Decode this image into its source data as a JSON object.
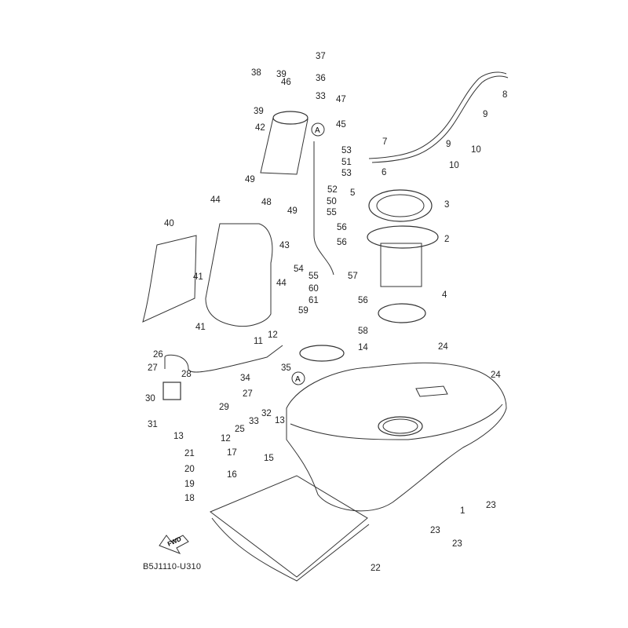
{
  "diagram": {
    "title": "Fuel Tank Parts Diagram",
    "code": "B5J1110-U310",
    "fwd_label": "FWD",
    "reference_marker": "A"
  },
  "callouts": [
    {
      "id": "c1",
      "num": "1"
    },
    {
      "id": "c2",
      "num": "2"
    },
    {
      "id": "c3",
      "num": "3"
    },
    {
      "id": "c4",
      "num": "4"
    },
    {
      "id": "c5",
      "num": "5"
    },
    {
      "id": "c6",
      "num": "6"
    },
    {
      "id": "c7",
      "num": "7"
    },
    {
      "id": "c8",
      "num": "8"
    },
    {
      "id": "c9a",
      "num": "9"
    },
    {
      "id": "c9b",
      "num": "9"
    },
    {
      "id": "c10a",
      "num": "10"
    },
    {
      "id": "c10b",
      "num": "10"
    },
    {
      "id": "c11",
      "num": "11"
    },
    {
      "id": "c12a",
      "num": "12"
    },
    {
      "id": "c12b",
      "num": "12"
    },
    {
      "id": "c13a",
      "num": "13"
    },
    {
      "id": "c13b",
      "num": "13"
    },
    {
      "id": "c14",
      "num": "14"
    },
    {
      "id": "c15",
      "num": "15"
    },
    {
      "id": "c16",
      "num": "16"
    },
    {
      "id": "c17",
      "num": "17"
    },
    {
      "id": "c18",
      "num": "18"
    },
    {
      "id": "c19",
      "num": "19"
    },
    {
      "id": "c20",
      "num": "20"
    },
    {
      "id": "c21",
      "num": "21"
    },
    {
      "id": "c22",
      "num": "22"
    },
    {
      "id": "c23a",
      "num": "23"
    },
    {
      "id": "c23b",
      "num": "23"
    },
    {
      "id": "c23c",
      "num": "23"
    },
    {
      "id": "c24a",
      "num": "24"
    },
    {
      "id": "c24b",
      "num": "24"
    },
    {
      "id": "c25",
      "num": "25"
    },
    {
      "id": "c26",
      "num": "26"
    },
    {
      "id": "c27a",
      "num": "27"
    },
    {
      "id": "c27b",
      "num": "27"
    },
    {
      "id": "c28",
      "num": "28"
    },
    {
      "id": "c29",
      "num": "29"
    },
    {
      "id": "c30",
      "num": "30"
    },
    {
      "id": "c31",
      "num": "31"
    },
    {
      "id": "c32",
      "num": "32"
    },
    {
      "id": "c33a",
      "num": "33"
    },
    {
      "id": "c33b",
      "num": "33"
    },
    {
      "id": "c34",
      "num": "34"
    },
    {
      "id": "c35",
      "num": "35"
    },
    {
      "id": "c36",
      "num": "36"
    },
    {
      "id": "c37",
      "num": "37"
    },
    {
      "id": "c38",
      "num": "38"
    },
    {
      "id": "c39a",
      "num": "39"
    },
    {
      "id": "c39b",
      "num": "39"
    },
    {
      "id": "c40",
      "num": "40"
    },
    {
      "id": "c41a",
      "num": "41"
    },
    {
      "id": "c41b",
      "num": "41"
    },
    {
      "id": "c42",
      "num": "42"
    },
    {
      "id": "c43",
      "num": "43"
    },
    {
      "id": "c44a",
      "num": "44"
    },
    {
      "id": "c44b",
      "num": "44"
    },
    {
      "id": "c45",
      "num": "45"
    },
    {
      "id": "c46",
      "num": "46"
    },
    {
      "id": "c47",
      "num": "47"
    },
    {
      "id": "c48",
      "num": "48"
    },
    {
      "id": "c49a",
      "num": "49"
    },
    {
      "id": "c49b",
      "num": "49"
    },
    {
      "id": "c50",
      "num": "50"
    },
    {
      "id": "c51",
      "num": "51"
    },
    {
      "id": "c52",
      "num": "52"
    },
    {
      "id": "c53a",
      "num": "53"
    },
    {
      "id": "c53b",
      "num": "53"
    },
    {
      "id": "c54",
      "num": "54"
    },
    {
      "id": "c55a",
      "num": "55"
    },
    {
      "id": "c55b",
      "num": "55"
    },
    {
      "id": "c56a",
      "num": "56"
    },
    {
      "id": "c56b",
      "num": "56"
    },
    {
      "id": "c56c",
      "num": "56"
    },
    {
      "id": "c57",
      "num": "57"
    },
    {
      "id": "c58",
      "num": "58"
    },
    {
      "id": "c59",
      "num": "59"
    },
    {
      "id": "c60",
      "num": "60"
    },
    {
      "id": "c61",
      "num": "61"
    }
  ]
}
